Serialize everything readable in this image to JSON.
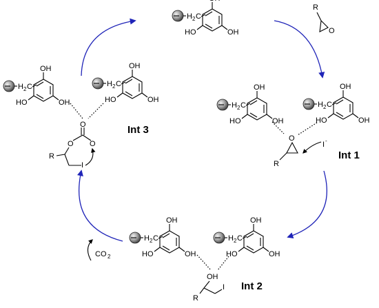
{
  "labels": {
    "int1": "Int 1",
    "int2": "Int 2",
    "int3": "Int 3"
  },
  "atoms": {
    "oh": "OH",
    "ho": "HO",
    "h2c_h": "H",
    "h2c_2": "2",
    "h2c_c": "C",
    "r": "R",
    "o": "O",
    "i": "I",
    "i_minus": "I",
    "minus": "-",
    "co": "CO",
    "co_2": "2"
  },
  "colors": {
    "cycle_arrow": "#1f24b8",
    "bead_light": "#d9d9d9",
    "bead_dark": "#4a4a4a"
  }
}
